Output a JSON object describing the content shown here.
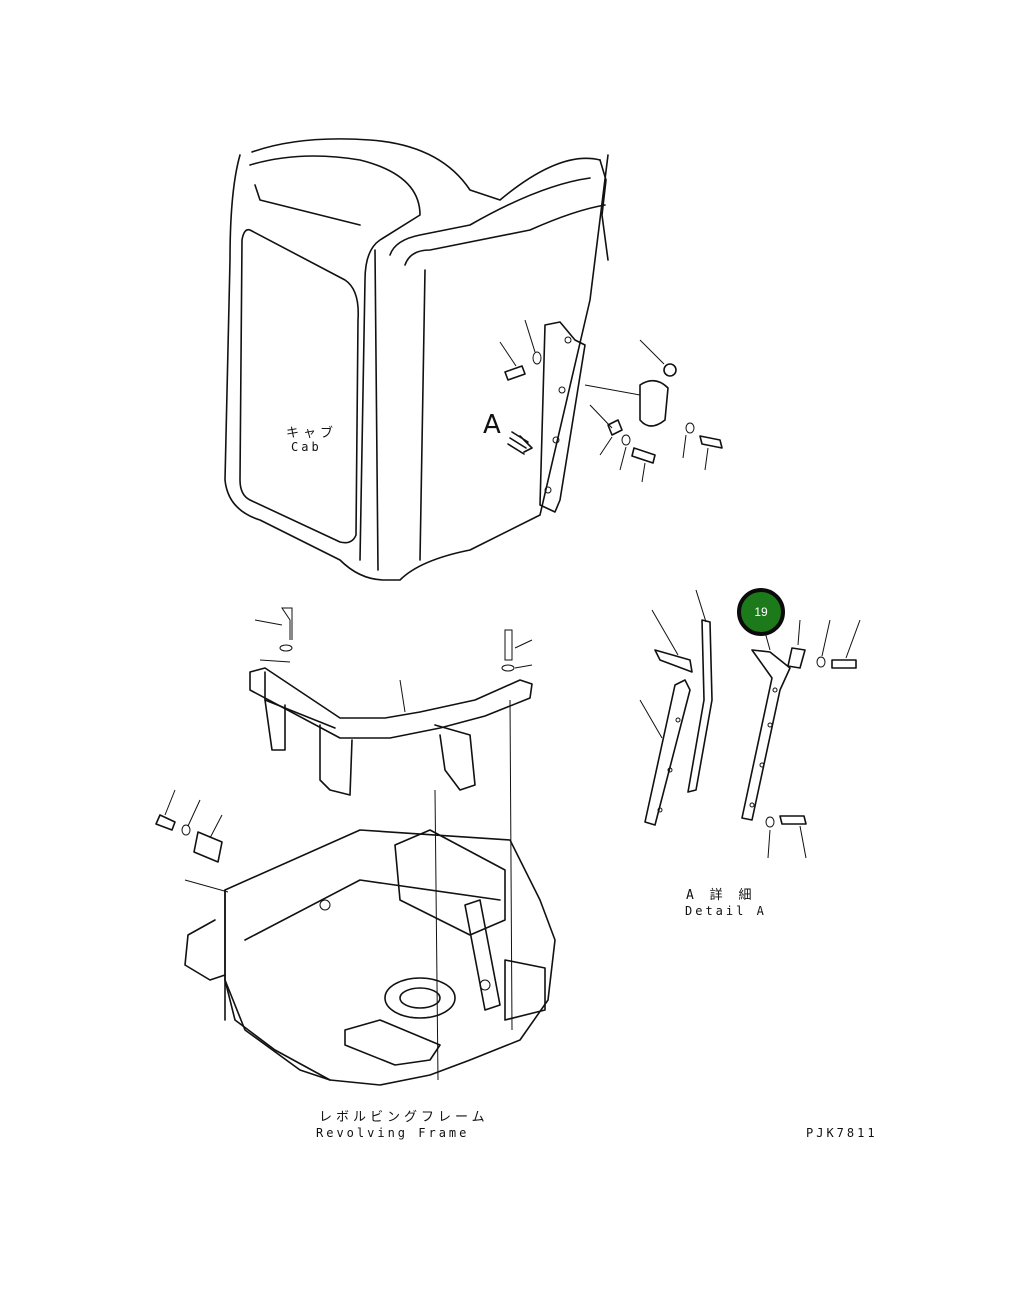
{
  "labels": {
    "cab_jp": "キャブ",
    "cab_en": "Cab",
    "view_letter": "A",
    "detail_jp": "A 詳 細",
    "detail_en": "Detail A",
    "frame_jp": "レボルビングフレーム",
    "frame_en": "Revolving Frame",
    "drawing_code": "PJK7811"
  },
  "callout": {
    "number": "19",
    "color": "#1d7a1a"
  }
}
